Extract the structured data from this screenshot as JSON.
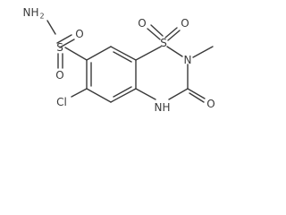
{
  "molecule": {
    "atoms": {
      "nh2_n": "N",
      "nh2_h": "H",
      "nh2_sub": "2",
      "s_sulfonamide": "S",
      "o_sulfonamide_1": "O",
      "o_sulfonamide_2": "O",
      "s_ring": "S",
      "o_ring_1": "O",
      "o_ring_2": "O",
      "n_methyl": "N",
      "cl": "Cl",
      "nh_n": "N",
      "nh_h": "H",
      "o_carbonyl": "O"
    },
    "colors": {
      "bond": "#3a3a3a",
      "text": "#3a3a3a",
      "background": "#ffffff"
    }
  }
}
